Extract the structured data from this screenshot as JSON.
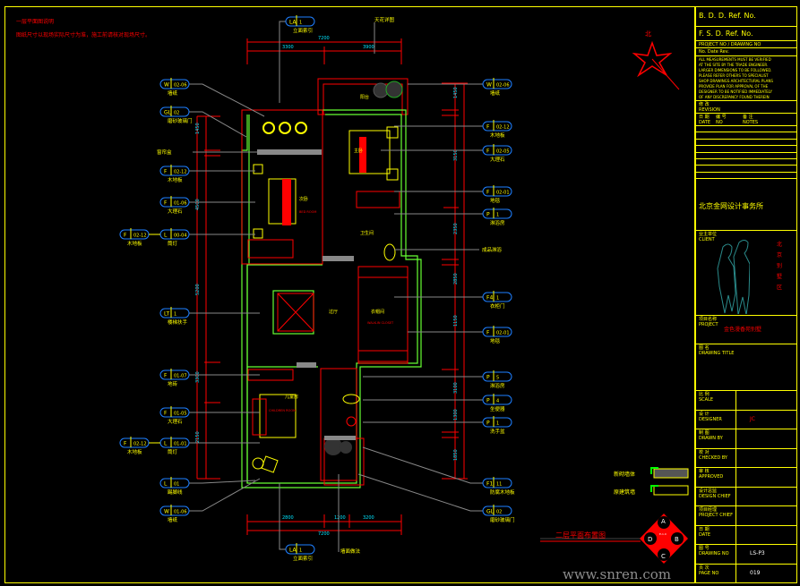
{
  "notes": {
    "heading": "一层平面图说明",
    "text": "图纸尺寸以现场实际尺寸为准，施工前请核对现场尺寸。"
  },
  "dimensions": {
    "top_total": "7200",
    "top_left": "3300",
    "top_right": "3900",
    "bottom_total": "7200",
    "bottom_left": "2800",
    "bottom_mid": "1200",
    "bottom_right": "3200",
    "left": [
      "1450",
      "4500",
      "5200",
      "3300",
      "2150"
    ],
    "right": [
      "1450",
      "3150",
      "2350",
      "2850",
      "1150",
      "3100",
      "1300",
      "1850"
    ]
  },
  "rooms": {
    "balcony": "阳台",
    "master_bedroom": "主卧",
    "second_bedroom": "次卧",
    "hall": "过厅",
    "cloakroom": "衣帽间",
    "cloakroom_en": "WALK-IN CLOSET",
    "bathroom": "卫生间",
    "kids_room": "儿童房",
    "kids_room_en": "CHILDREN ROOM",
    "bedroom_en": "BED ROOM"
  },
  "tags": {
    "top": {
      "code": "LA",
      "num": "1",
      "caption": "立面索引"
    },
    "top_note": "天花详图",
    "bottom": {
      "code": "LA",
      "num": "1",
      "caption": "立面索引"
    },
    "bottom_note": "墙面做法",
    "left": [
      {
        "code": "W",
        "num": "02-06",
        "caption": "墙纸"
      },
      {
        "code": "GL",
        "num": "02",
        "caption": "磨砂玻璃门"
      },
      {
        "code": "F",
        "num": "02-12",
        "caption": "木地板"
      },
      {
        "code": "F",
        "num": "01-06",
        "caption": "大理石"
      },
      {
        "code": "L",
        "num": "00-04",
        "caption": "筒灯"
      },
      {
        "code": "LT",
        "num": "1",
        "caption": "楼梯扶手"
      },
      {
        "code": "F",
        "num": "01-07",
        "caption": "地砖"
      },
      {
        "code": "F",
        "num": "01-05",
        "caption": "大理石"
      },
      {
        "code": "L",
        "num": "01-01",
        "caption": "筒灯"
      },
      {
        "code": "L",
        "num": "01",
        "caption": "踢脚线"
      },
      {
        "code": "W",
        "num": "01-06",
        "caption": "墙纸"
      }
    ],
    "left_extra": [
      {
        "code": "F",
        "num": "02-12",
        "caption": "木地板"
      },
      {
        "code": "F",
        "num": "02-12",
        "caption": "木地板"
      }
    ],
    "left_note": "窗帘盒",
    "right": [
      {
        "code": "W",
        "num": "02-06",
        "caption": "墙纸"
      },
      {
        "code": "F",
        "num": "02-12",
        "caption": "木地板"
      },
      {
        "code": "F",
        "num": "02-05",
        "caption": "大理石"
      },
      {
        "code": "F",
        "num": "02-01",
        "caption": "地毯"
      },
      {
        "code": "P",
        "num": "1",
        "caption": "淋浴房"
      },
      {
        "code": "F4",
        "num": "1",
        "caption": "衣柜门"
      },
      {
        "code": "F",
        "num": "02-01",
        "caption": "地毯"
      },
      {
        "code": "P",
        "num": "5",
        "caption": "淋浴房"
      },
      {
        "code": "P",
        "num": "4",
        "caption": "坐便器"
      },
      {
        "code": "P",
        "num": "1",
        "caption": "洗手盆"
      },
      {
        "code": "F1",
        "num": "11",
        "caption": "防腐木地板"
      },
      {
        "code": "GL",
        "num": "02",
        "caption": "磨砂玻璃门"
      }
    ],
    "right_note": "成品淋浴"
  },
  "legend": {
    "item1": "新砌墙体",
    "item2": "原建筑墙"
  },
  "plan_title": "二层平面布置图",
  "index_symbol": {
    "a": "A",
    "b": "B",
    "c": "C",
    "d": "D",
    "ref": "E-1.0"
  },
  "compass_label": "北",
  "title_block": {
    "bd_ref": "B. D. D. Ref. No.",
    "fsd_ref": "F. S. D. Ref. No.",
    "project_line": "PROJECT NO / DRAWING NO",
    "rev_line": "No.        Date         Rev.",
    "general_notes": [
      "ALL MEASUREMENTS MUST BE VERIFIED",
      "AT THE SITE BY THE TRADE ENGINEER.",
      "LARGER DIMENSIONS TO BE FOLLOWED.",
      "PLEASE REFER OTHERS TO SPECIALIST",
      "SHOP DRAWINGS ARCHITECTURAL PLANS",
      "PROVIDE PLAN FOR APPROVAL OF THE",
      "DESIGNER TO BE NOTIFIED IMMEDIATELY",
      "OF ANY DISCREPANCY FOUND THEREIN"
    ],
    "revision_label": "修 改",
    "revision_en": "REVISION",
    "col_date": "日 期",
    "col_date_en": "DATE",
    "col_no": "编 号",
    "col_no_en": "NO",
    "col_notes": "备 注",
    "col_notes_en": "NOTES",
    "company": "北京金网设计事务所",
    "client_label": "业主单位",
    "client_en": "CLIENT",
    "client_side": [
      "北",
      "京",
      "别",
      "墅",
      "区"
    ],
    "project_label": "项目名称",
    "project_en": "PROJECT",
    "project_name": "金色漫香苑别墅",
    "drawing_title_label": "图 名",
    "drawing_title_en": "DRAWING TITLE",
    "scale_label": "比 例",
    "scale_en": "SCALE",
    "designer_label": "设 计",
    "designer_en": "DESIGNER",
    "designer_value": "JC",
    "drawn_label": "制 图",
    "drawn_en": "DRAWN BY",
    "checked_label": "校 对",
    "checked_en": "CHECKED BY",
    "approved_label": "审 核",
    "approved_en": "APPROVED",
    "design_chief_label": "设计总监",
    "design_chief_en": "DESIGN CHIEF",
    "project_chief_label": "项目经理",
    "project_chief_en": "PROJECT CHIEF",
    "date_label": "日 期",
    "date_en": "DATE",
    "drawing_no_label": "图 号",
    "drawing_no_en": "DRAWING NO",
    "drawing_no": "LS-P3",
    "page_label": "页 次",
    "page_en": "PAGE NO",
    "page_no": "019"
  },
  "watermark": "www.snren.com"
}
